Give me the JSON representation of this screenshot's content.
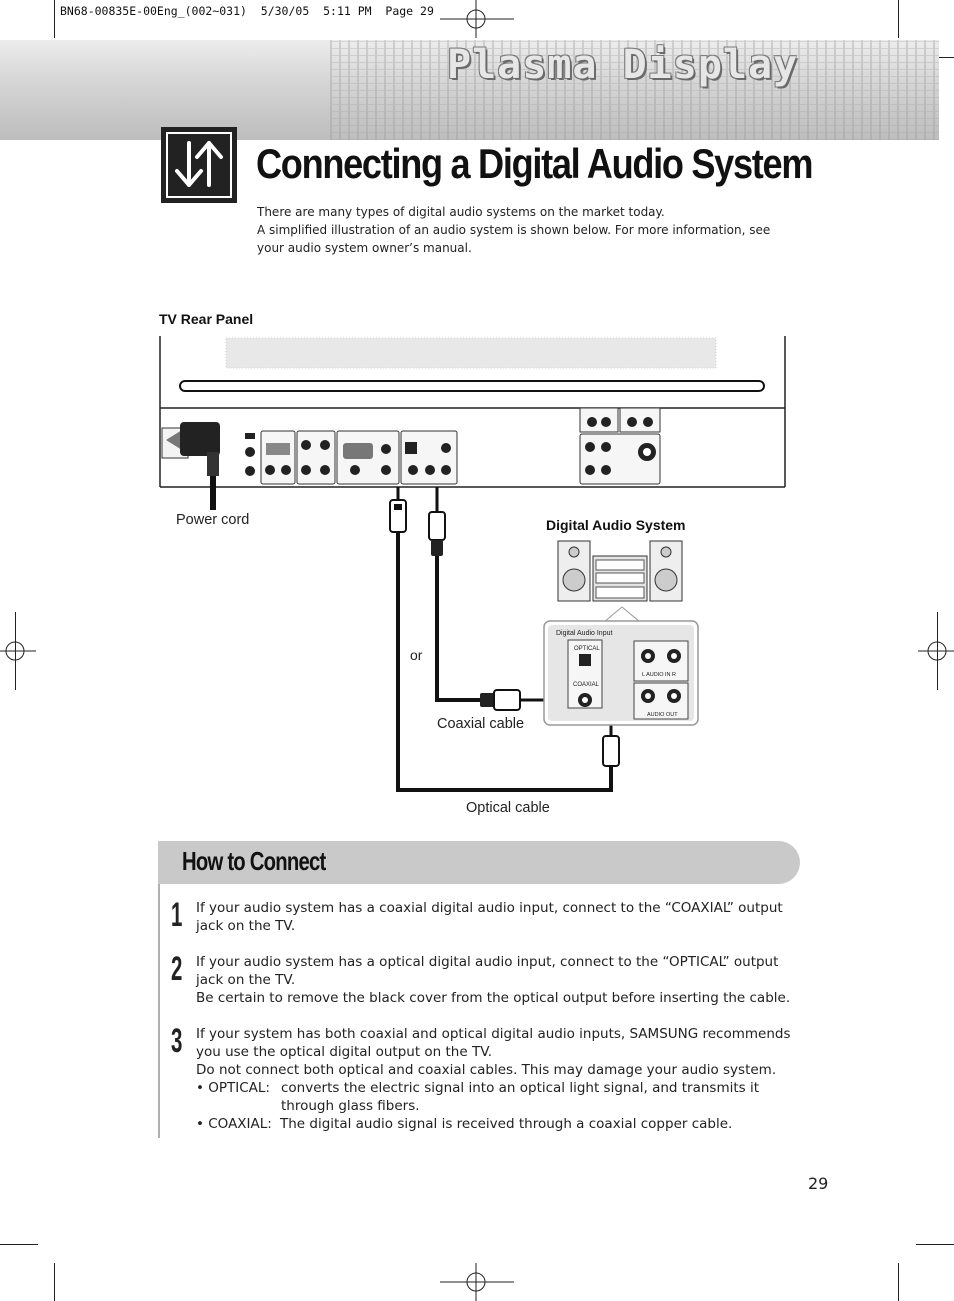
{
  "slug_line": "BN68-00835E-00Eng_(002~031)  5/30/05  5:11 PM  Page 29",
  "banner_title": "Plasma Display",
  "page_title": "Connecting a Digital Audio System",
  "intro": {
    "line1": "There are many types of digital audio systems on the market today.",
    "line2": "A simplified illustration of an audio system is shown below. For more information, see your audio system owner’s manual."
  },
  "diagram": {
    "tv_rear_panel_label": "TV Rear Panel",
    "power_cord_label": "Power cord",
    "digital_audio_system_label": "Digital Audio System",
    "digital_audio_input_label": "Digital Audio Input",
    "optical_jack_label": "OPTICAL",
    "coaxial_jack_label": "COAXIAL",
    "audio_in_label": "L  AUDIO IN  R",
    "audio_out_label": "AUDIO OUT",
    "or_label": "or",
    "coaxial_cable_label": "Coaxial cable",
    "optical_cable_label": "Optical cable"
  },
  "how_to_connect": {
    "title": "How to Connect",
    "steps": [
      {
        "number": "1",
        "lines": [
          "If your audio system has a coaxial digital audio input, connect to the “COAXIAL” output jack on the TV."
        ]
      },
      {
        "number": "2",
        "lines": [
          "If your audio system has a optical digital audio input, connect to the “OPTICAL” output jack on the TV.",
          "Be certain to remove the black cover from the optical output before inserting the cable."
        ]
      },
      {
        "number": "3",
        "lines": [
          "If your system has both coaxial and optical digital audio inputs, SAMSUNG recommends you use the optical digital output on the TV.",
          "Do not connect both optical and coaxial cables. This may damage your audio system."
        ]
      }
    ],
    "bullets": [
      {
        "term": "• OPTICAL:",
        "text": "converts the electric signal into an optical light signal, and transmits it through glass fibers."
      },
      {
        "term": "• COAXIAL:",
        "text": "The digital audio signal is received through a coaxial copper cable."
      }
    ]
  },
  "page_number": "29"
}
